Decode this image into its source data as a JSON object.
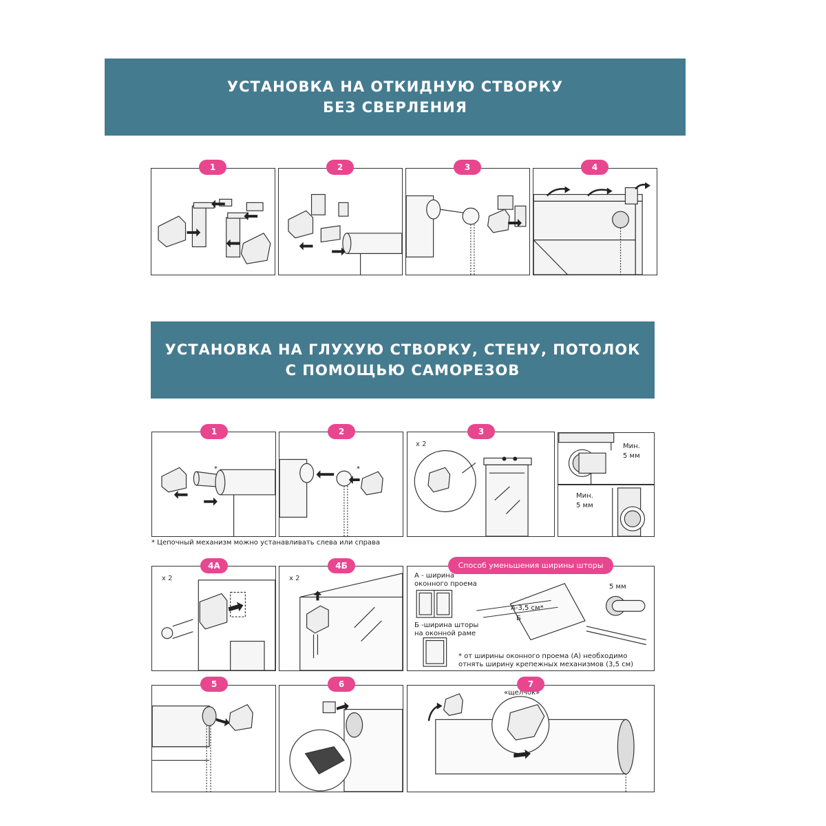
{
  "section1": {
    "title_line1": "УСТАНОВКА НА ОТКИДНУЮ СТВОРКУ",
    "title_line2": "БЕЗ СВЕРЛЕНИЯ",
    "steps": [
      "1",
      "2",
      "3",
      "4"
    ]
  },
  "section2": {
    "title_line1": "УСТАНОВКА НА ГЛУХУЮ СТВОРКУ, СТЕНУ, ПОТОЛОК",
    "title_line2": "С ПОМОЩЬЮ САМОРЕЗОВ",
    "steps_row1": [
      "1",
      "2",
      "3"
    ],
    "chain_note": "* Цепочный механизм можно устанавливать слева или справа",
    "asterisk": "*",
    "x2": "x 2",
    "min_label": "Мин.",
    "min_value": "5 мм",
    "steps_row2": [
      "4А",
      "4Б"
    ],
    "reduce_title": "Способ уменьшения ширины шторы",
    "a_label_line1": "А - ширина",
    "a_label_line2": "оконного проема",
    "b_label_line1": "Б -ширина  шторы",
    "b_label_line2": "на оконной раме",
    "dim_a": "А-3,5 см*",
    "dim_b": "Б",
    "dim_5mm": "5 мм",
    "reduce_note_line1": "* от ширины оконного проема (А) необходимо",
    "reduce_note_line2": "отнять ширину крепежных механизмов (3,5 см)",
    "steps_row3": [
      "5",
      "6",
      "7"
    ],
    "click_label": "«щелчок»"
  }
}
